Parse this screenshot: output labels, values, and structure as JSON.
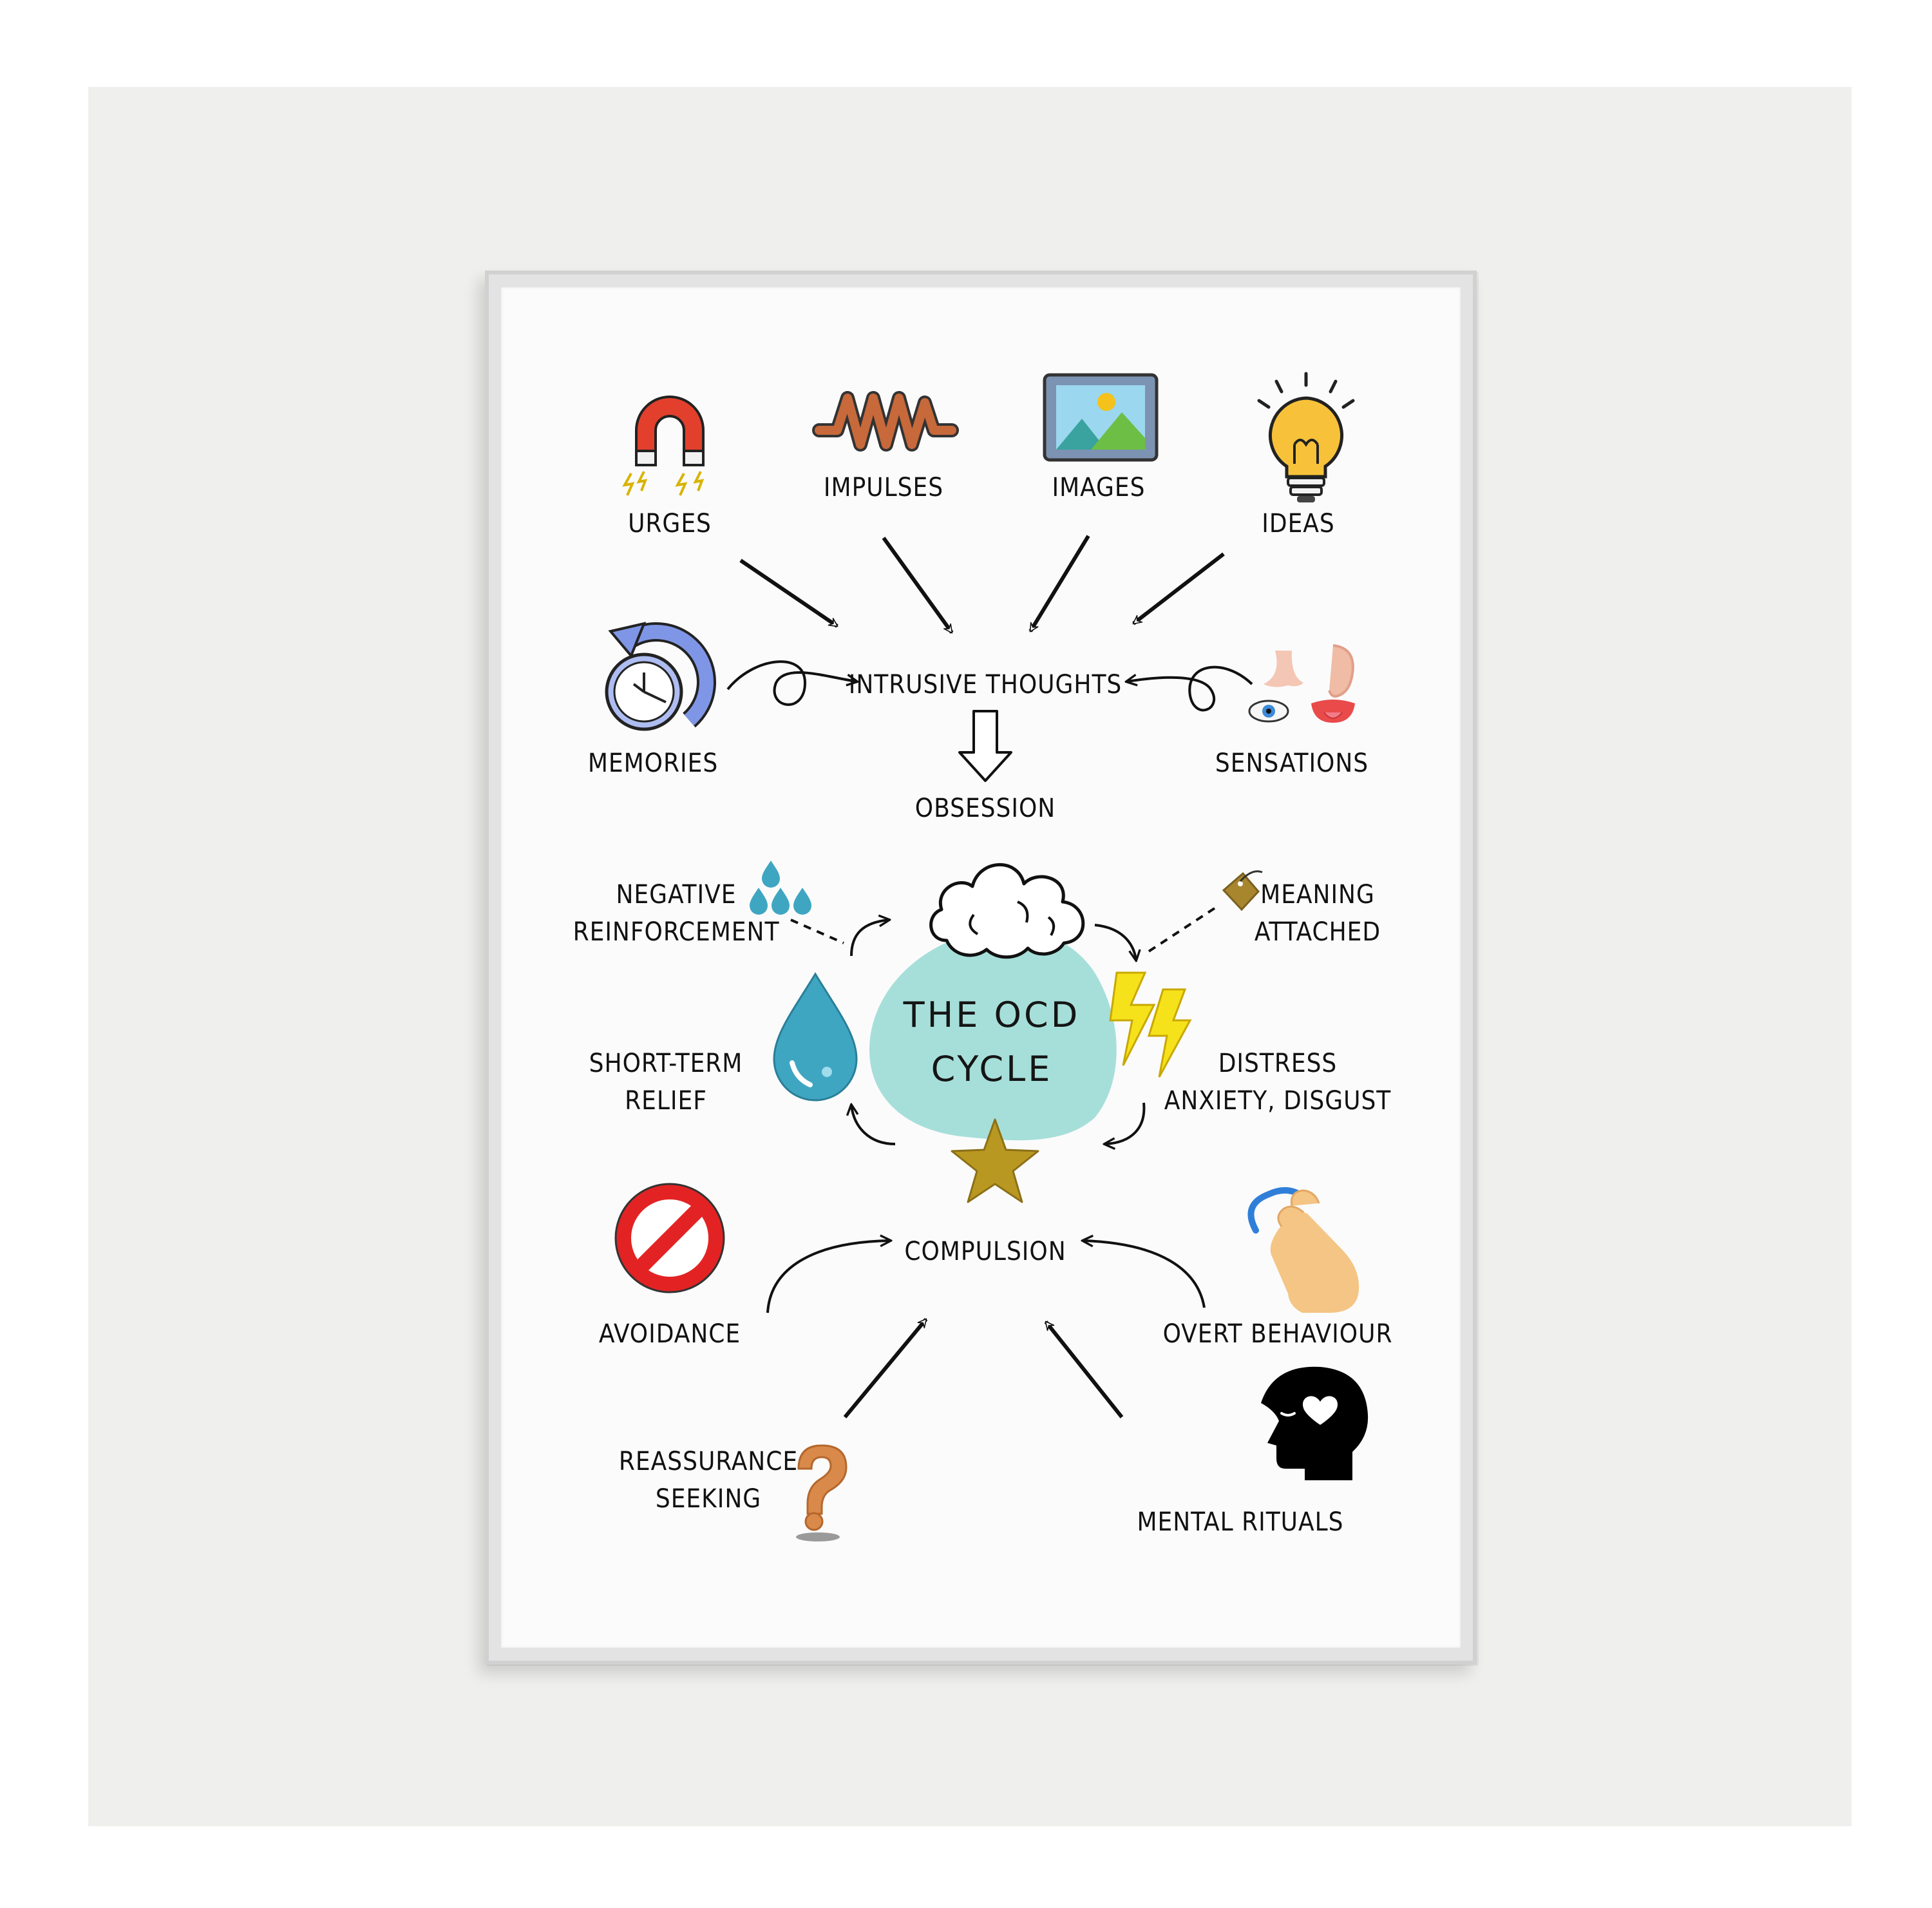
{
  "poster": {
    "top_sources": [
      "URGES",
      "IMPULSES",
      "IMAGES",
      "IDEAS"
    ],
    "memories": "MEMORIES",
    "sensations": "SENSATIONS",
    "intrusive_thoughts": "INTRUSIVE THOUGHTS",
    "obsession": "OBSESSION",
    "cycle_title": "THE OCD\nCYCLE",
    "negative_reinforcement": "NEGATIVE\nREINFORCEMENT",
    "meaning_attached": "MEANING\nATTACHED",
    "short_term_relief": "SHORT-TERM\nRELIEF",
    "distress": "DISTRESS\nANXIETY, DISGUST",
    "compulsion": "COMPULSION",
    "avoidance": "AVOIDANCE",
    "overt_behaviour": "OVERT BEHAVIOUR",
    "reassurance_seeking": "REASSURANCE\nSEEKING",
    "mental_rituals": "MENTAL RITUALS"
  },
  "colors": {
    "wall": "#efefed",
    "paper": "#fbfbfb",
    "cycle_blob": "#a6dfd9",
    "drop": "#3fa6c2",
    "star": "#b99822",
    "bolt": "#f6e21b",
    "magnet": "#e2402c",
    "wave": "#c7693a",
    "bulb": "#f7c23a",
    "clock": "#7f96e6",
    "prohibit": "#e32323",
    "hand": "#f4c584",
    "tag": "#a8862e"
  },
  "icons": [
    "magnet-icon",
    "wave-icon",
    "picture-icon",
    "lightbulb-icon",
    "clock-icon",
    "senses-icon",
    "droplets-icon",
    "tag-icon",
    "cloud-icon",
    "drop-icon",
    "lightning-icon",
    "star-icon",
    "prohibited-icon",
    "hand-icon",
    "question-mark-icon",
    "head-heart-icon"
  ]
}
